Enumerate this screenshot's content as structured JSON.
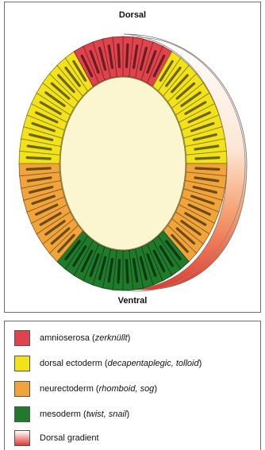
{
  "diagram": {
    "dorsal_label": "Dorsal",
    "ventral_label": "Ventral"
  },
  "colors": {
    "amnioserosa": "#e0434b",
    "dorsal_ectoderm": "#f2e21a",
    "neurectoderm": "#f0a43a",
    "mesoderm": "#1f7a2a",
    "yolk": "#fbf6cf",
    "gradient_top": "#ffffff",
    "gradient_bottom": "#e23a2e"
  },
  "legend": [
    {
      "key": "amnioserosa",
      "label": "amnioserosa (",
      "genes": "zerknüllt",
      "close": ")",
      "color": "#e0434b"
    },
    {
      "key": "dorsal_ectoderm",
      "label": "dorsal ectoderm (",
      "genes": "decapentaplegic, tolloid",
      "close": ")",
      "color": "#f2e21a"
    },
    {
      "key": "neurectoderm",
      "label": "neurectoderm (",
      "genes": "rhomboid, sog",
      "close": ")",
      "color": "#f0a43a"
    },
    {
      "key": "mesoderm",
      "label": "mesoderm (",
      "genes": "twist, snail",
      "close": ")",
      "color": "#1f7a2a"
    },
    {
      "key": "dorsal_gradient",
      "label": "Dorsal gradient",
      "genes": "",
      "close": "",
      "color": "gradient"
    }
  ]
}
